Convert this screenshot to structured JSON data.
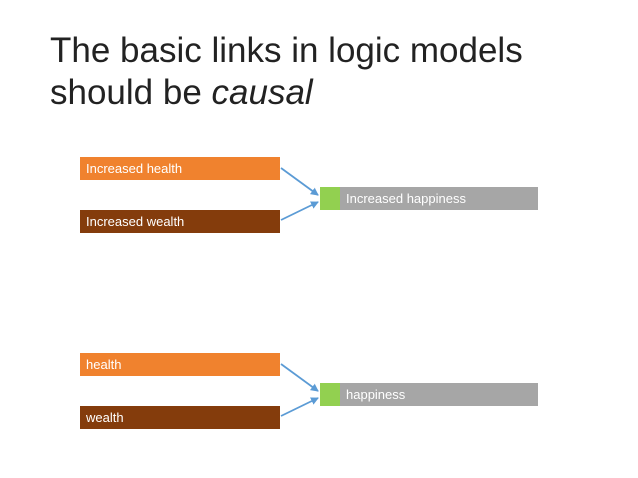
{
  "slide": {
    "title_line1": "The basic links in logic models",
    "title_line2_prefix": "should be ",
    "title_line2_emphasis": "causal"
  },
  "diagrams": [
    {
      "inputs": [
        "Increased health",
        "Increased wealth"
      ],
      "output": "Increased happiness"
    },
    {
      "inputs": [
        "health",
        "wealth"
      ],
      "output": "happiness"
    }
  ],
  "colors": {
    "input_1": "#f0822e",
    "input_2": "#843c0c",
    "output_marker": "#92d050",
    "output_box": "#a6a6a6",
    "arrow": "#5b9bd5"
  }
}
